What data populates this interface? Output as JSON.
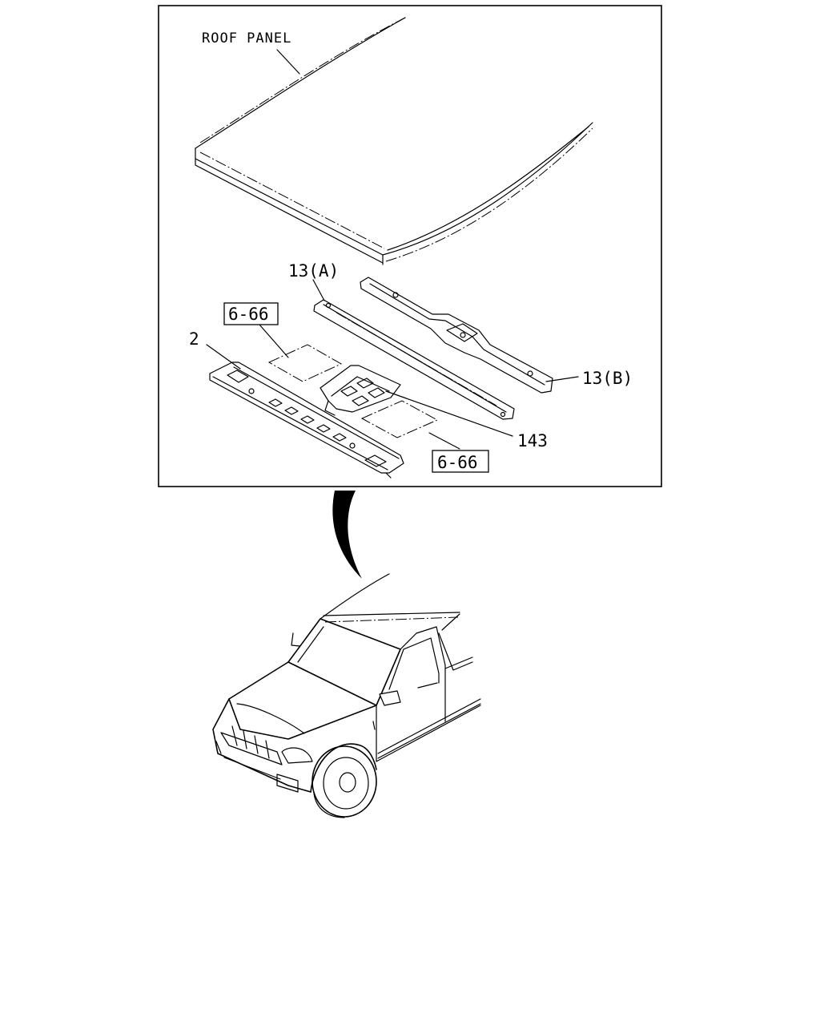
{
  "diagram": {
    "labels": {
      "roof_panel": "ROOF PANEL",
      "part_13a": "13(A)",
      "part_13b": "13(B)",
      "part_2": "2",
      "part_143": "143",
      "ref_top": "6-66",
      "ref_bottom": "6-66"
    }
  }
}
